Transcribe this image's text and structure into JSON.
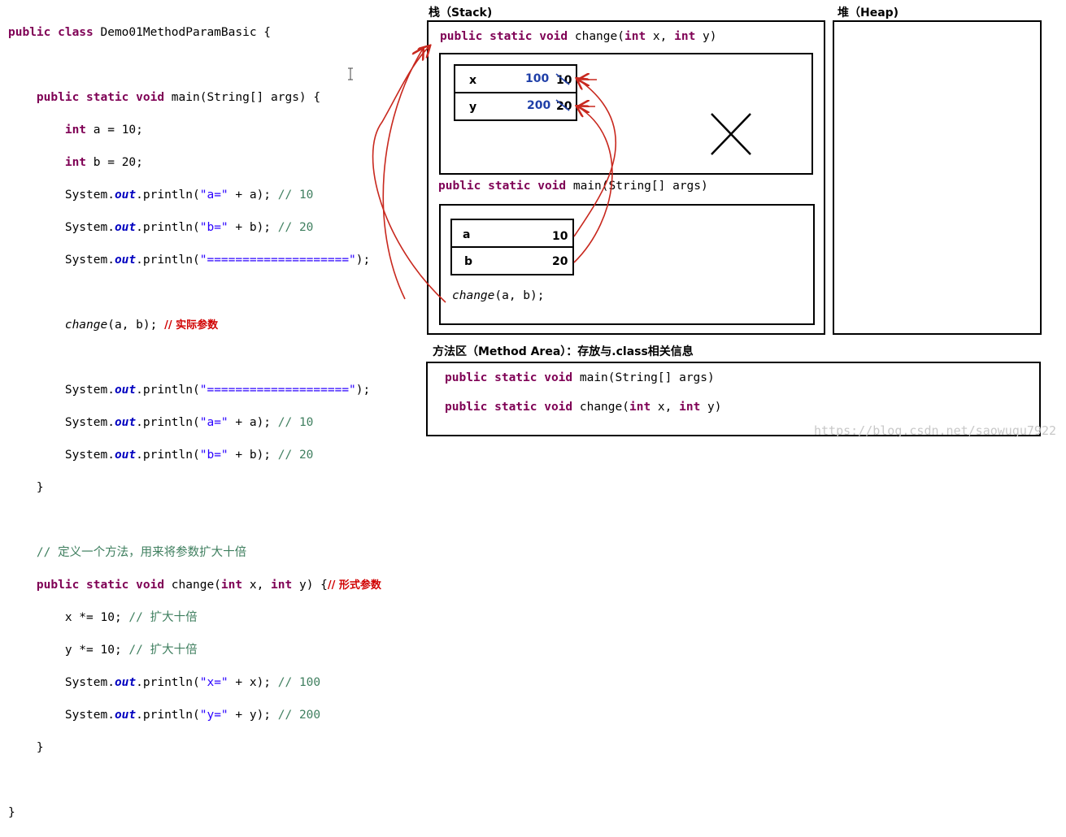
{
  "code": {
    "l1_kw": "public class",
    "l1_rest": " Demo01MethodParamBasic {",
    "l2_kw": "public static void",
    "l2_rest": " main(String[] args) {",
    "int_kw": "int",
    "a_decl": " a = 10;",
    "b_decl": " b = 20;",
    "sys": "System.",
    "out": "out",
    "println": ".println(",
    "str_a": "\"a=\"",
    "str_b": "\"b=\"",
    "plus_a": " + a); ",
    "plus_b": " + b); ",
    "c10": "// 10",
    "c20": "// 20",
    "str_eq": "\"====================\"",
    "close_paren": ");",
    "change_call": "change",
    "change_args": "(a, b); ",
    "actual_note": "// 实际参数",
    "brace_close": "}",
    "method_comment": "// 定义一个方法，用来将参数扩大十倍",
    "m_kw": "public static void",
    "m_name": " change(",
    "m_int1": "int",
    "m_x": " x, ",
    "m_int2": "int",
    "m_y": " y) {",
    "formal_note": "// 形式参数",
    "x_mul": "x *= 10; ",
    "y_mul": "y *= 10; ",
    "c_expand": "// 扩大十倍",
    "str_x": "\"x=\"",
    "str_y": "\"y=\"",
    "plus_x": " + x); ",
    "plus_y": " + y); ",
    "c100": "// 100",
    "c200": "// 200"
  },
  "stack": {
    "title": "栈（Stack)",
    "change_frame_sig": {
      "kw": "public static void",
      "name": " change(",
      "i1": "int",
      "x": " x, ",
      "i2": "int",
      "y": " y)"
    },
    "x_label": "x",
    "x_new": "100",
    "x_old": "10",
    "y_label": "y",
    "y_new": "200",
    "y_old": "20",
    "main_frame_sig": {
      "kw": "public static void",
      "rest": " main(String[] args)"
    },
    "a_label": "a",
    "a_val": "10",
    "b_label": "b",
    "b_val": "20",
    "call_name": "change",
    "call_args": "(a, b);"
  },
  "heap": {
    "title": "堆（Heap)"
  },
  "method_area": {
    "title": "方法区（Method Area）：存放与.class相关信息",
    "main_kw": "public static void",
    "main_rest": " main(String[] args)",
    "change_kw": "public static void",
    "change_name": " change(",
    "i1": "int",
    "x": " x, ",
    "i2": "int",
    "y": " y)"
  },
  "watermark": "https://blog.csdn.net/saowugu7922",
  "colors": {
    "arrow": "#c8281e",
    "blue_value": "#1f3fa8"
  }
}
